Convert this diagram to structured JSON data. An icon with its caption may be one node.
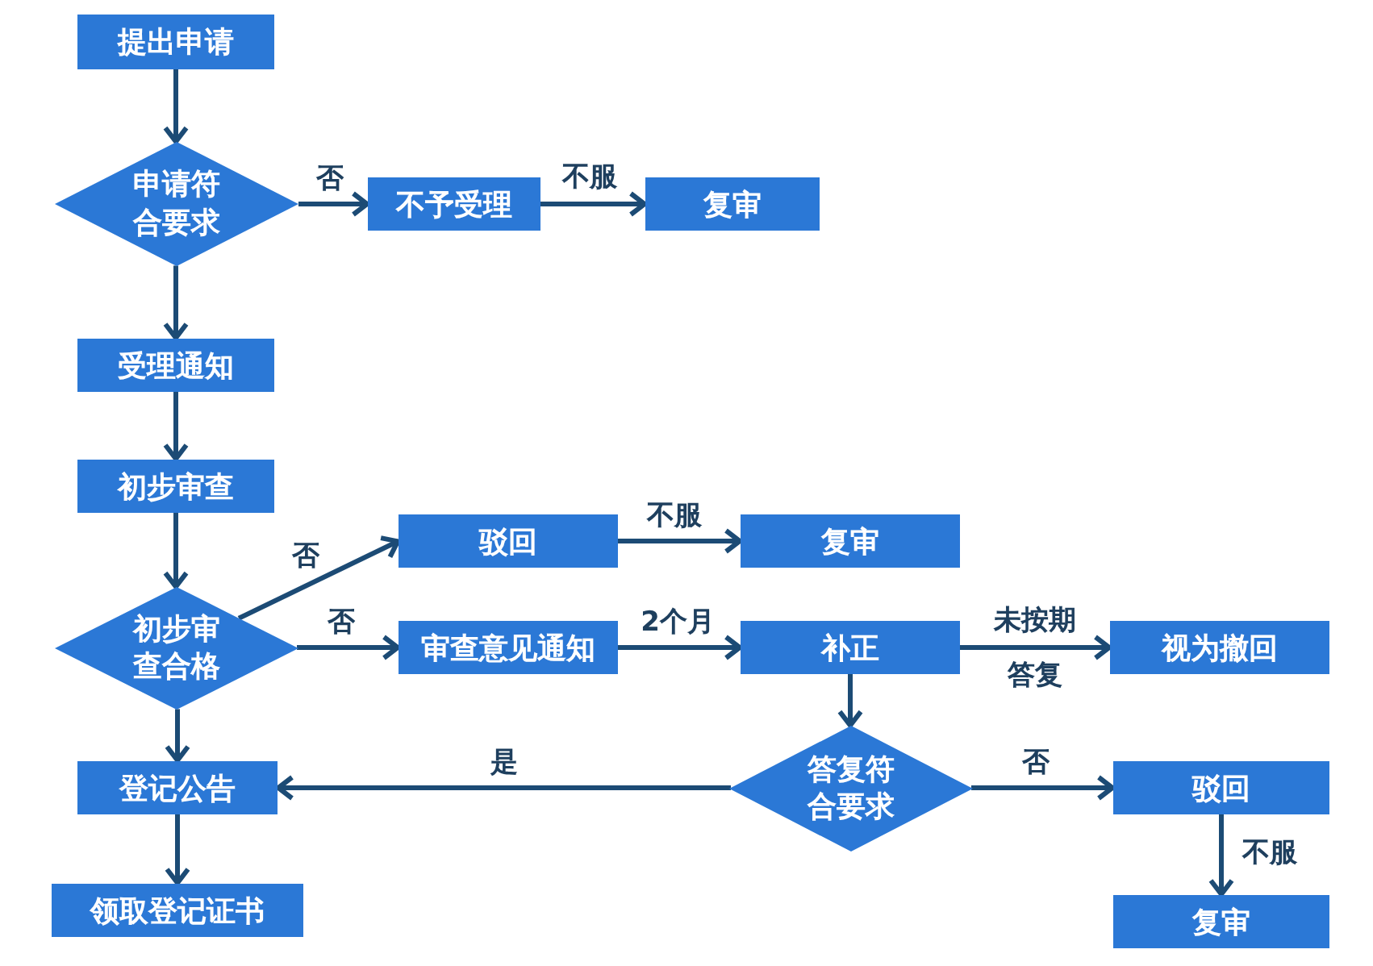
{
  "diagram": {
    "nodes": [
      {
        "text": [
          "提出申请"
        ]
      },
      {
        "text": [
          "申请符合要求"
        ]
      },
      {
        "text": [
          "不予受理"
        ]
      },
      {
        "text": [
          "复审"
        ]
      },
      {
        "text": [
          "受理通知"
        ]
      },
      {
        "text": [
          "初步审查"
        ]
      },
      {
        "text": [
          "初步审查合格"
        ]
      },
      {
        "text": [
          "驳回"
        ]
      },
      {
        "text": [
          "复审"
        ]
      },
      {
        "text": [
          "审查意见通知"
        ]
      },
      {
        "text": [
          "补正"
        ]
      },
      {
        "text": [
          "视为撤回"
        ]
      },
      {
        "text": [
          "答复符合要求"
        ]
      },
      {
        "text": [
          "登记公告"
        ]
      },
      {
        "text": [
          "驳回"
        ]
      },
      {
        "text": [
          "领取登记证书"
        ]
      },
      {
        "text": [
          "复审"
        ]
      }
    ],
    "edges": [
      {
        "from": 0,
        "to": 1,
        "arrow": "to"
      },
      {
        "from": 1,
        "to": 2,
        "arrow": "to",
        "label": "否"
      },
      {
        "from": 2,
        "to": 3,
        "arrow": "to",
        "label": "不服"
      },
      {
        "from": 1,
        "to": 4,
        "arrow": "to"
      },
      {
        "from": 4,
        "to": 5,
        "arrow": "to"
      },
      {
        "from": 5,
        "to": 6,
        "arrow": "to"
      },
      {
        "from": 6,
        "to": 7,
        "arrow": "to",
        "label": "否"
      },
      {
        "from": 7,
        "to": 8,
        "arrow": "to",
        "label": "不服"
      },
      {
        "from": 6,
        "to": 9,
        "arrow": "to",
        "label": "否"
      },
      {
        "from": 9,
        "to": 10,
        "arrow": "to",
        "label": "2个月"
      },
      {
        "from": 10,
        "to": 11,
        "arrow": "to",
        "label": "未按期答复"
      },
      {
        "from": 10,
        "to": 12,
        "arrow": "to"
      },
      {
        "from": 12,
        "to": 13,
        "arrow": "to",
        "label": "是"
      },
      {
        "from": 12,
        "to": 14,
        "arrow": "to",
        "label": "否"
      },
      {
        "from": 14,
        "to": 16,
        "arrow": "to",
        "label": "不服"
      },
      {
        "from": 6,
        "to": 13,
        "arrow": "to"
      },
      {
        "from": 13,
        "to": 15,
        "arrow": "to"
      }
    ]
  }
}
